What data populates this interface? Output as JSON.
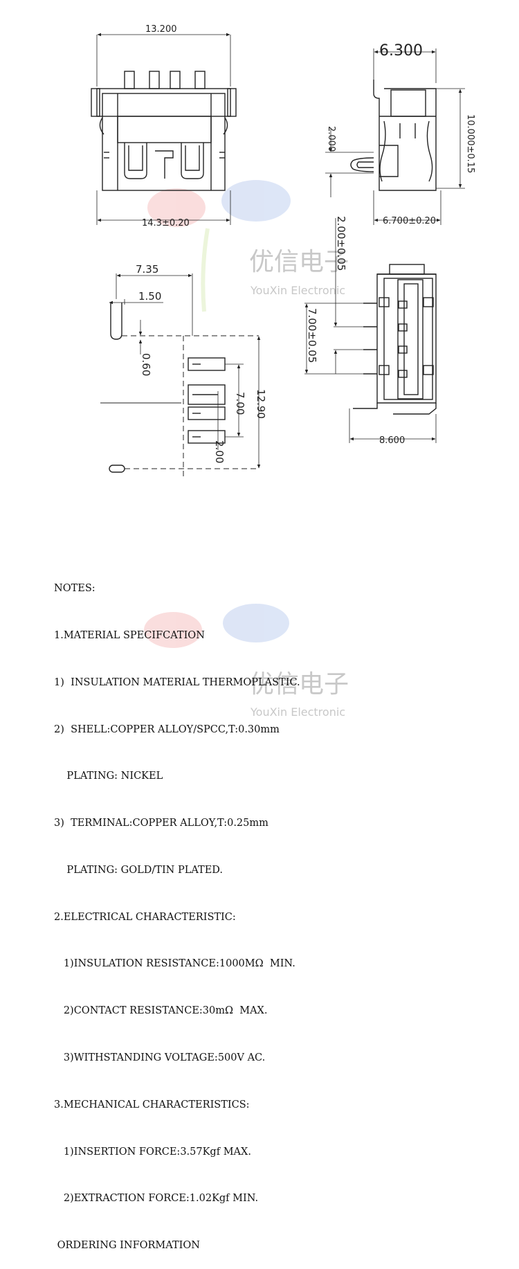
{
  "watermark": {
    "brand_cn": "优信电子",
    "brand_en": "YouXin Electronic"
  },
  "top_view": {
    "width_top": "13.200",
    "width_bottom": "14.3±0.20"
  },
  "side_view": {
    "width_top": "6.300",
    "height_right": "10.000±0.15",
    "offset_left": "2.000",
    "width_bottom": "6.700±0.20"
  },
  "footprint": {
    "dim_735": "7.35",
    "dim_150": "1.50",
    "dim_060": "0.60",
    "dim_700": "7.00",
    "dim_1290": "12.90",
    "dim_200": "2.00"
  },
  "front_view": {
    "pitch": "2.00±0.05",
    "span": "7.00±0.05",
    "width_bottom": "8.600"
  },
  "notes": [
    "NOTES:",
    "1.MATERIAL SPECIFCATION",
    "1)  INSULATION MATERIAL THERMOPLASTIC.",
    "2)  SHELL:COPPER ALLOY/SPCC,T:0.30mm",
    "    PLATING: NICKEL",
    "3)  TERMINAL:COPPER ALLOY,T:0.25mm",
    "    PLATING: GOLD/TIN PLATED.",
    "2.ELECTRICAL CHARACTERISTIC:",
    "   1)INSULATION RESISTANCE:1000MΩ  MIN.",
    "   2)CONTACT RESISTANCE:30mΩ  MAX.",
    "   3)WITHSTANDING VOLTAGE:500V AC.",
    "3.MECHANICAL CHARACTERISTICS:",
    "   1)INSERTION FORCE:3.57Kgf MAX.",
    "   2)EXTRACTION FORCE:1.02Kgf MIN.",
    " ORDERING INFORMATION"
  ]
}
